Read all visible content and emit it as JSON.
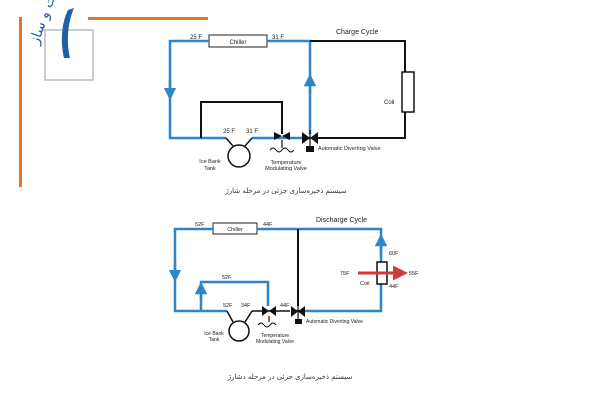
{
  "colors": {
    "accent_orange": "#e8742a",
    "pipe_blue": "#2f86c6",
    "pipe_black": "#111111",
    "arrow_red": "#d23a3a",
    "logo_blue": "#1f5fa8"
  },
  "logo": {
    "text": "ساخت و ساز",
    "icon": "pen-logo-icon"
  },
  "charge": {
    "title": "Charge Cycle",
    "chiller": "Chiller",
    "temp_in": "25 F",
    "temp_out": "31 F",
    "tank_temp_in": "25 F",
    "tank_temp_out": "31 F",
    "coil": "Coil",
    "ice_bank_tank": [
      "Ice Bank",
      "Tank"
    ],
    "temp_valve": [
      "Temperature",
      "Modulating Valve"
    ],
    "diverting_valve": "Automatic Diverting Valve",
    "caption": "سیستم ذخیره‌سازی جزئی در مرحله شارژ"
  },
  "discharge": {
    "title": "Discharge Cycle",
    "chiller": "Chiller",
    "chiller_in": "52F",
    "chiller_out": "44F",
    "tank_loop_top": "52F",
    "tank_in": "52F",
    "tank_out": "34F",
    "valve_out": "44F",
    "coil_top": "60F",
    "coil_bottom": "44F",
    "air_in": "75F",
    "air_out": "55F",
    "coil": "Coil",
    "ice_bank_tank": [
      "Ice Bank",
      "Tank"
    ],
    "temp_valve": [
      "Temperature",
      "Modulating Valve"
    ],
    "diverting_valve": "Automatic Diverting Valve",
    "caption": "سیستم ذخیره‌سازی جزئی در مرحله دشارژ"
  }
}
